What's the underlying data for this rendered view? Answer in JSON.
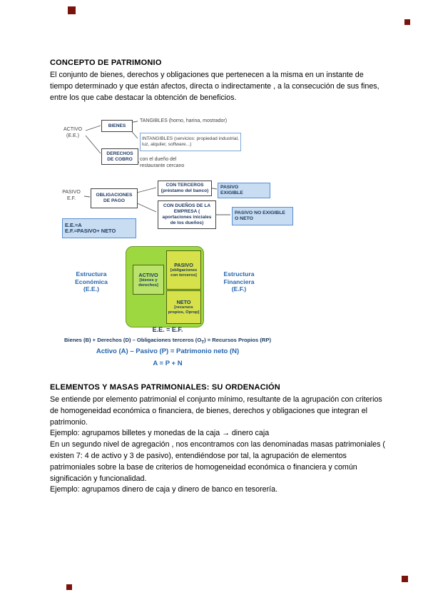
{
  "section1": {
    "title": "CONCEPTO DE PATRIMONIO",
    "body": "El conjunto de bienes, derechos y obligaciones que pertenecen a la misma en un instante de tiempo determinado y que están afectos, directa o indirectamente , a la consecución de sus fines, entre los que cabe destacar la obtención de beneficios."
  },
  "diagram": {
    "activo_label": "ACTIVO\n(E.E.)",
    "bienes_box": "BIENES",
    "tangibles": "TANGIBLES (horno, harina, mostrador)",
    "intangibles": "INTANGIBLES (servicios: propiedad industrial, luz, alquiler, software...)",
    "derechos_box": "DERECHOS\nDE COBRO",
    "derechos_note": "con el dueño del restaurante cercano",
    "pasivo_label": "PASIVO\nE.F.",
    "obligaciones_box": "OBLIGACIONES\nDE PAGO",
    "con_terceros_box": "CON TERCEROS (préstamo del banco)",
    "pasivo_exigible_box": "PASIVO\nEXIGIBLE",
    "con_duenos_box": "CON DUEÑOS DE LA EMPRESA ( aportaciones iniciales de los dueños)",
    "pasivo_no_exigible_box": "PASIVO NO EXIGIBLE O NETO",
    "identity_box": "E.E.=A\nE.F.=PASIVO+ NETO",
    "balance": {
      "activo_title": "ACTIVO",
      "activo_sub": "[bienes y derechos]",
      "pasivo_title": "PASIVO",
      "pasivo_sub": "[obligaciones con terceros]",
      "neto_title": "NETO",
      "neto_sub": "[recursos propios, Oprop]",
      "left_caption": "Estructura\nEconómica\n(E.E.)",
      "right_caption": "Estructura\nFinanciera\n(E.F.)"
    },
    "formulas": {
      "f1": "E.E. = E.F.",
      "f2_pre": "Bienes (B) + Derechos (D) – Obligaciones terceros (O",
      "f2_sub": "T",
      "f2_post": ") = Recursos Propios (RP)",
      "f3": "Activo (A) – Pasivo (P) = Patrimonio neto (N)",
      "f4": "A = P + N"
    }
  },
  "section2": {
    "title": "ELEMENTOS Y MASAS PATRIMONIALES: SU ORDENACIÓN",
    "p1": "Se entiende por elemento patrimonial el conjunto mínimo, resultante de la agrupación con criterios de homogeneidad económica o financiera, de bienes, derechos y obligaciones que integran el patrimonio.",
    "p2": "Ejemplo: agrupamos billetes y monedas de la caja → dinero caja",
    "p3": "En un segundo nivel de agregación , nos encontramos con las denominadas masas patrimoniales ( existen 7: 4 de activo y 3 de pasivo), entendiéndose por tal, la agrupación de elementos patrimoniales sobre la base de criterios de homogeneidad económica o financiera y común significación y funcionalidad.",
    "p4": "Ejemplo: agrupamos dinero de caja y dinero de banco en tesorería."
  },
  "colors": {
    "corner_mark": "#7a130c",
    "light_blue_fill": "#c9ddf2",
    "blue_border": "#558ed5",
    "green_fill": "#9ed840",
    "yellow_green_fill": "#d7e14a",
    "navy_text": "#17365d",
    "blue_text": "#2565ae"
  }
}
